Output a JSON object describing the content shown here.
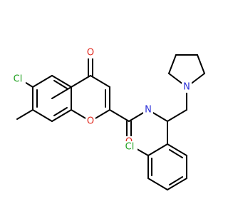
{
  "molecule": {
    "atoms": {
      "cl_top": "Cl",
      "carbonyl_o": "O",
      "amide_n": "N",
      "ring_o": "O",
      "amide_o": "O",
      "pyrrolidine_n": "N",
      "cl_bottom": "Cl"
    },
    "colors": {
      "bond": "#000000",
      "chlorine": "#1fa01f",
      "oxygen": "#e0281e",
      "nitrogen": "#2b30d8"
    }
  }
}
